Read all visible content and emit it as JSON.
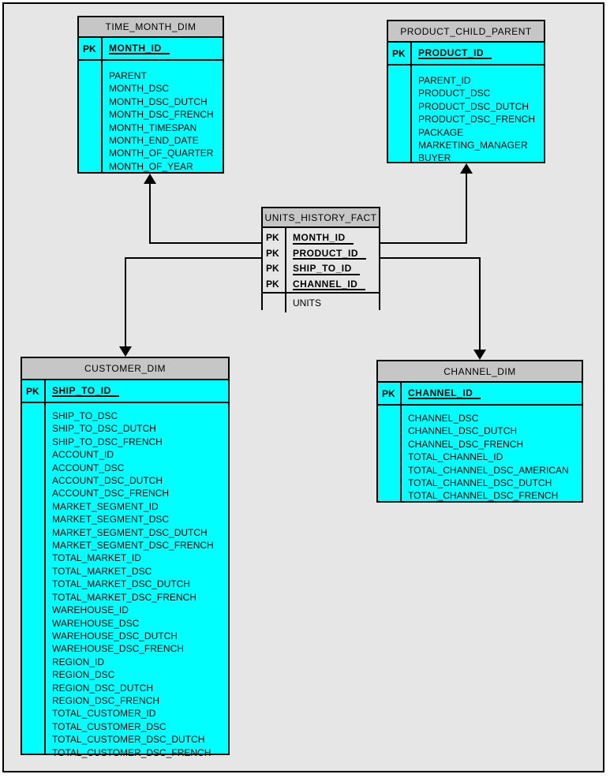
{
  "colors": {
    "background": "#e6e6e6",
    "dimension_fill": "#00ffff",
    "fact_fill": "#e6e6e6",
    "header_fill": "#c6c6c6",
    "line": "#000000"
  },
  "pk_badge": "PK",
  "entities": {
    "time_month_dim": {
      "title": "TIME_MONTH_DIM",
      "pk_label": "PK",
      "primary_keys": [
        "MONTH_ID"
      ],
      "attributes": [
        "PARENT",
        "MONTH_DSC",
        "MONTH_DSC_DUTCH",
        "MONTH_DSC_FRENCH",
        "MONTH_TIMESPAN",
        "MONTH_END_DATE",
        "MONTH_OF_QUARTER",
        "MONTH_OF_YEAR"
      ]
    },
    "product_child_parent": {
      "title": "PRODUCT_CHILD_PARENT",
      "pk_label": "PK",
      "primary_keys": [
        "PRODUCT_ID"
      ],
      "attributes": [
        "PARENT_ID",
        "PRODUCT_DSC",
        "PRODUCT_DSC_DUTCH",
        "PRODUCT_DSC_FRENCH",
        "PACKAGE",
        "MARKETING_MANAGER",
        "BUYER"
      ]
    },
    "units_history_fact": {
      "title": "UNITS_HISTORY_FACT",
      "pk_label": "PK",
      "primary_keys": [
        "MONTH_ID",
        "PRODUCT_ID",
        "SHIP_TO_ID",
        "CHANNEL_ID"
      ],
      "attributes": [
        "UNITS"
      ]
    },
    "customer_dim": {
      "title": "CUSTOMER_DIM",
      "pk_label": "PK",
      "primary_keys": [
        "SHIP_TO_ID"
      ],
      "attributes": [
        "SHIP_TO_DSC",
        "SHIP_TO_DSC_DUTCH",
        "SHIP_TO_DSC_FRENCH",
        "ACCOUNT_ID",
        "ACCOUNT_DSC",
        "ACCOUNT_DSC_DUTCH",
        "ACCOUNT_DSC_FRENCH",
        "MARKET_SEGMENT_ID",
        "MARKET_SEGMENT_DSC",
        "MARKET_SEGMENT_DSC_DUTCH",
        "MARKET_SEGMENT_DSC_FRENCH",
        "TOTAL_MARKET_ID",
        "TOTAL_MARKET_DSC",
        "TOTAL_MARKET_DSC_DUTCH",
        "TOTAL_MARKET_DSC_FRENCH",
        "WAREHOUSE_ID",
        "WAREHOUSE_DSC",
        "WAREHOUSE_DSC_DUTCH",
        "WAREHOUSE_DSC_FRENCH",
        "REGION_ID",
        "REGION_DSC",
        "REGION_DSC_DUTCH",
        "REGION_DSC_FRENCH",
        "TOTAL_CUSTOMER_ID",
        "TOTAL_CUSTOMER_DSC",
        "TOTAL_CUSTOMER_DSC_DUTCH",
        "TOTAL_CUSTOMER_DSC_FRENCH"
      ]
    },
    "channel_dim": {
      "title": "CHANNEL_DIM",
      "pk_label": "PK",
      "primary_keys": [
        "CHANNEL_ID"
      ],
      "attributes": [
        "CHANNEL_DSC",
        "CHANNEL_DSC_DUTCH",
        "CHANNEL_DSC_FRENCH",
        "TOTAL_CHANNEL_ID",
        "TOTAL_CHANNEL_DSC_AMERICAN",
        "TOTAL_CHANNEL_DSC_DUTCH",
        "TOTAL_CHANNEL_DSC_FRENCH"
      ]
    }
  },
  "relationships": [
    {
      "from": "UNITS_HISTORY_FACT",
      "to": "TIME_MONTH_DIM",
      "arrow_at": "TIME_MONTH_DIM"
    },
    {
      "from": "UNITS_HISTORY_FACT",
      "to": "PRODUCT_CHILD_PARENT",
      "arrow_at": "PRODUCT_CHILD_PARENT"
    },
    {
      "from": "UNITS_HISTORY_FACT",
      "to": "CUSTOMER_DIM",
      "arrow_at": "CUSTOMER_DIM"
    },
    {
      "from": "UNITS_HISTORY_FACT",
      "to": "CHANNEL_DIM",
      "arrow_at": "CHANNEL_DIM"
    }
  ]
}
